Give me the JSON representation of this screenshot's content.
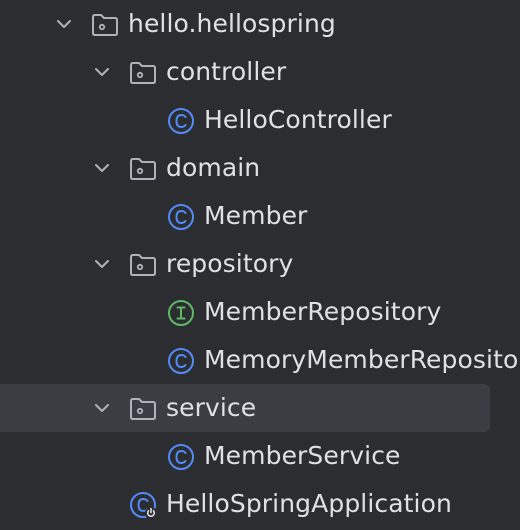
{
  "colors": {
    "background": "#2b2d30",
    "selected_row": "#3b3d42",
    "text": "#dfe1e5",
    "chevron": "#aeb3bb",
    "folder_icon": "#aeb3bb",
    "class_icon": "#548af7",
    "interface_icon": "#5fb865"
  },
  "tree": {
    "items": [
      {
        "label": "hello.hellospring",
        "icon": "folder-icon",
        "expanded": true
      },
      {
        "label": "controller",
        "icon": "folder-icon",
        "expanded": true
      },
      {
        "label": "HelloController",
        "icon": "class-icon"
      },
      {
        "label": "domain",
        "icon": "folder-icon",
        "expanded": true
      },
      {
        "label": "Member",
        "icon": "class-icon"
      },
      {
        "label": "repository",
        "icon": "folder-icon",
        "expanded": true
      },
      {
        "label": "MemberRepository",
        "icon": "interface-icon"
      },
      {
        "label": "MemoryMemberReposito",
        "icon": "class-icon"
      },
      {
        "label": "service",
        "icon": "folder-icon",
        "expanded": true,
        "selected": true
      },
      {
        "label": "MemberService",
        "icon": "class-icon"
      },
      {
        "label": "HelloSpringApplication",
        "icon": "spring-boot-class-icon"
      }
    ]
  }
}
